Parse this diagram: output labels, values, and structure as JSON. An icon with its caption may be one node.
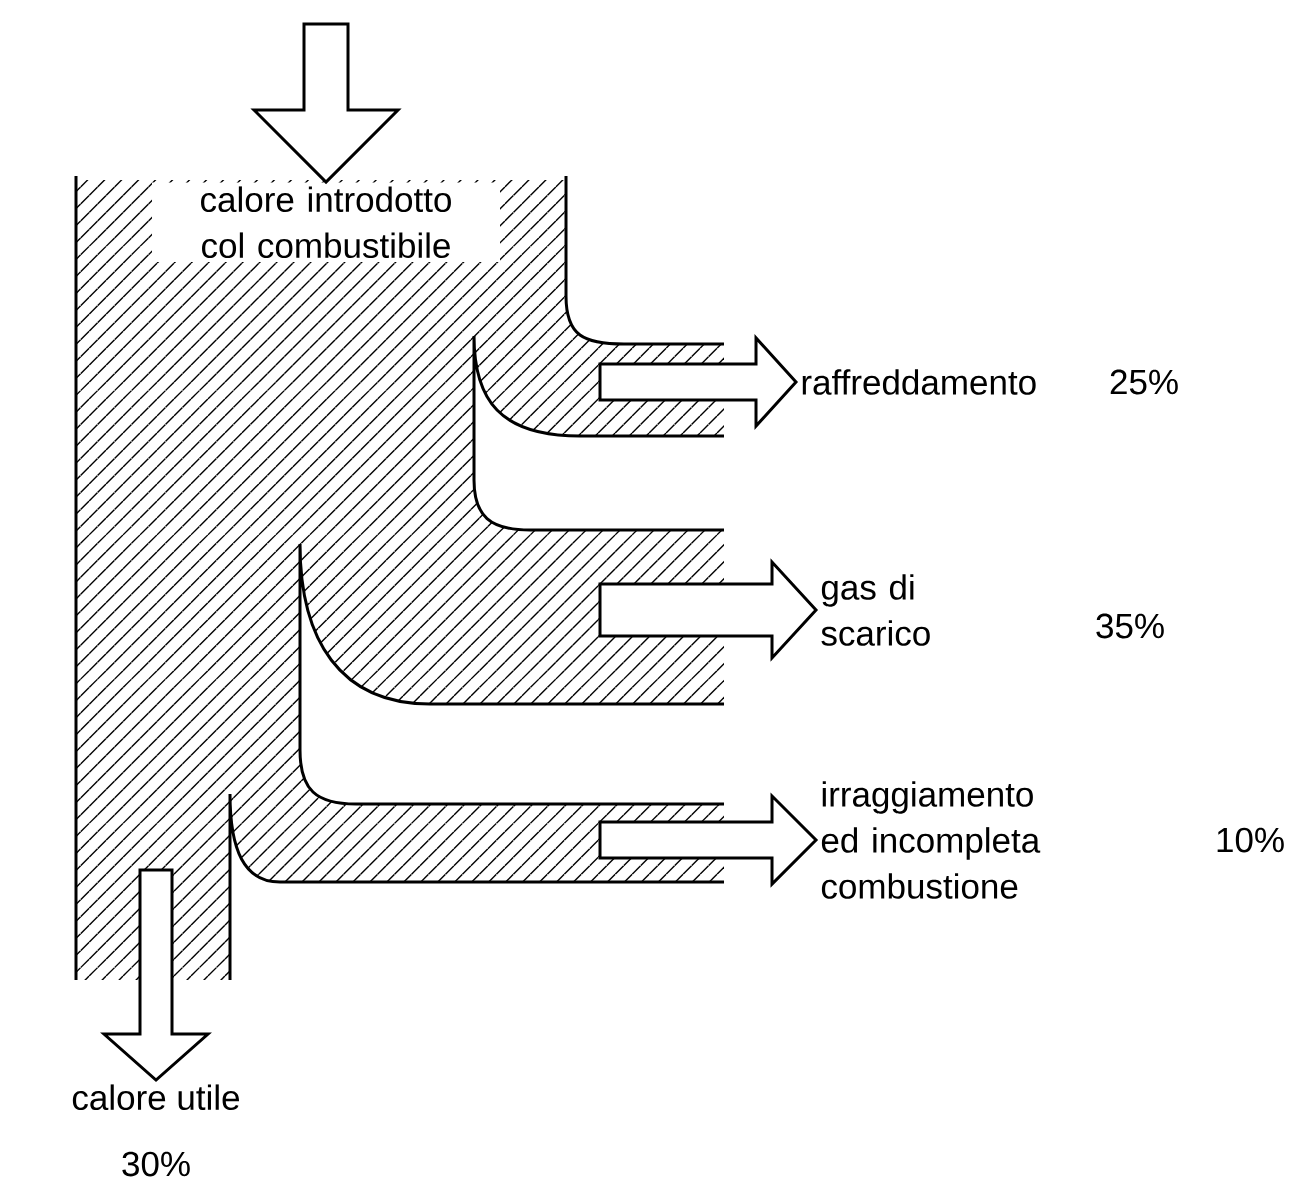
{
  "diagram": {
    "nodes": [
      {
        "text": [
          "calore introdotto col combustibile"
        ]
      },
      {
        "text": [
          "raffreddamento"
        ],
        "beside": [
          "25%"
        ]
      },
      {
        "text": [
          "gas di scarico"
        ],
        "beside": [
          "35%"
        ]
      },
      {
        "text": [
          "irraggiamento ed incompleta combustione"
        ],
        "beside": [
          "10%"
        ]
      },
      {
        "text": [
          "calore utile"
        ],
        "beside": [
          "30%"
        ]
      }
    ],
    "edges": [
      {
        "from": null,
        "to": 0,
        "arrow": "to"
      },
      {
        "from": 0,
        "to": 1,
        "arrow": "to"
      },
      {
        "from": 0,
        "to": 2,
        "arrow": "to"
      },
      {
        "from": 0,
        "to": 3,
        "arrow": "to"
      },
      {
        "from": 0,
        "to": 4,
        "arrow": "to"
      }
    ]
  }
}
